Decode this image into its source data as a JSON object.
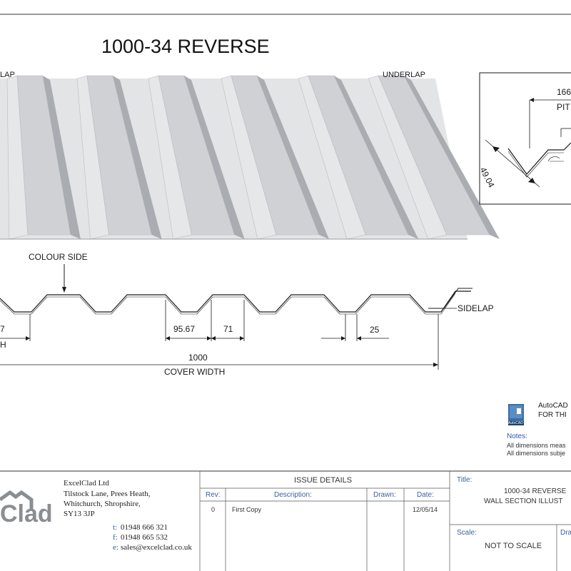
{
  "drawing": {
    "title": "1000-34 REVERSE",
    "overlap_fragment": "LAP",
    "underlap": "UNDERLAP",
    "colour_side": "COLOUR SIDE",
    "sidelap": "SIDELAP",
    "dims": {
      "left_fragment": "7",
      "left_fragment2": "H",
      "d1": "95.67",
      "d2": "71",
      "d3": "25",
      "cover": "1000",
      "cover_label": "COVER WIDTH"
    },
    "detail": {
      "pitch_value": "166",
      "pitch_label": "PIT",
      "depth": "49.04"
    }
  },
  "autocad": {
    "line1": "AutoCAD",
    "line2": "FOR THI",
    "badge": "AutoCAD",
    "notes_title": "Notes:",
    "note1": "All dimensions meas",
    "note2": "All dimensions subje"
  },
  "titleblock": {
    "logo_text": "Clad",
    "company": "ExcelClad Ltd",
    "address1": "Tilstock Lane, Prees Heath,",
    "address2": "Whitchurch, Shropshire,",
    "address3": "SY13 3JP",
    "t_label": "t:",
    "t_value": "01948  666  321",
    "f_label": "f:",
    "f_value": "01948  665  532",
    "e_label": "e:",
    "e_value": "sales@excelclad.co.uk",
    "issue_header": "ISSUE DETAILS",
    "col_rev": "Rev:",
    "col_desc": "Description:",
    "col_drawn": "Drawn:",
    "col_date": "Date:",
    "row_rev": "0",
    "row_desc": "First Copy",
    "row_drawn": "",
    "row_date": "12/05/14",
    "title_label": "Title:",
    "title_line1": "1000-34 REVERSE",
    "title_line2": "WALL SECTION ILLUST",
    "scale_label": "Scale:",
    "scale_value": "NOT TO SCALE",
    "drawn_label": "Dra"
  },
  "colors": {
    "line": "#1a1a1a",
    "sheet_light": "#e6e7e9",
    "sheet_mid": "#cfd1d4",
    "sheet_dark": "#a9acb0",
    "note_blue": "#2b5aa8",
    "logo_grey": "#8a8d91"
  }
}
